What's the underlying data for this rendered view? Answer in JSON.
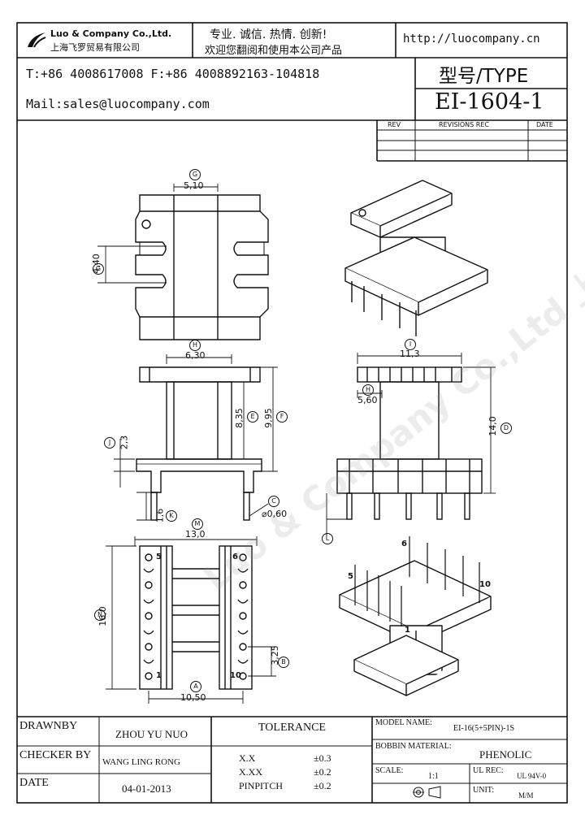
{
  "header": {
    "company_en": "Luo & Company Co.,Ltd.",
    "company_cn": "上海飞罗贸易有限公司",
    "slogan_1": "专业. 诚信. 热情. 创新!",
    "slogan_2": "欢迎您翻阅和使用本公司产品",
    "url": "http://luocompany.cn",
    "phone": "T:+86 4008617008 F:+86 4008892163-104818",
    "mail": "Mail:sales@luocompany.com",
    "type_label": "型号/TYPE",
    "type_value": "EI-1604-1"
  },
  "revision_table": {
    "headers": [
      "REV",
      "REVISIONS REC",
      "DATE"
    ]
  },
  "watermark": "Luo & Company Co.,Ltd 上海飞罗贸易有限公司",
  "dimensions": {
    "g_top": "5,10",
    "g_left": "4,40",
    "h_top": "6,30",
    "e": "8,35",
    "f": "9,95",
    "j": "2,3",
    "k": "1,6",
    "c": "⌀0,60",
    "i_top": "11,3",
    "h_side": "5,60",
    "d": "14,0",
    "m": "13,0",
    "n": "16,0",
    "b": "3,25",
    "a": "10,50",
    "pin_5": "5",
    "pin_6": "6",
    "pin_1": "1",
    "pin_10": "10",
    "iso_6": "6",
    "iso_5": "5",
    "iso_1": "1",
    "iso_10": "10"
  },
  "letters": {
    "G1": "G",
    "G2": "G",
    "H": "H",
    "E": "E",
    "F": "F",
    "J": "J",
    "K": "K",
    "C": "C",
    "I": "I",
    "H2": "H",
    "D": "D",
    "L": "L",
    "M": "M",
    "N": "N",
    "B": "B",
    "A": "A"
  },
  "title_block": {
    "drawnby_label": "DRAWNBY",
    "drawnby_value": "ZHOU YU NUO",
    "checker_label": "CHECKER BY",
    "checker_value": "WANG LING RONG",
    "date_label": "DATE",
    "date_value": "04-01-2013",
    "tolerance_label": "TOLERANCE",
    "tol_rows": [
      {
        "k": "X.X",
        "v": "±0.3"
      },
      {
        "k": "X.XX",
        "v": "±0.2"
      },
      {
        "k": "PINPITCH",
        "v": "±0.2"
      }
    ],
    "model_label": "MODEL NAME:",
    "model_value": "EI-16(5+5PIN)-1S",
    "material_label": "BOBBIN MATERIAL:",
    "material_value": "PHENOLIC",
    "scale_label": "SCALE:",
    "scale_value": "1:1",
    "ul_label": "UL REC:",
    "ul_value": "UL 94V-0",
    "unit_label": "UNIT:",
    "unit_value": "M/M"
  }
}
